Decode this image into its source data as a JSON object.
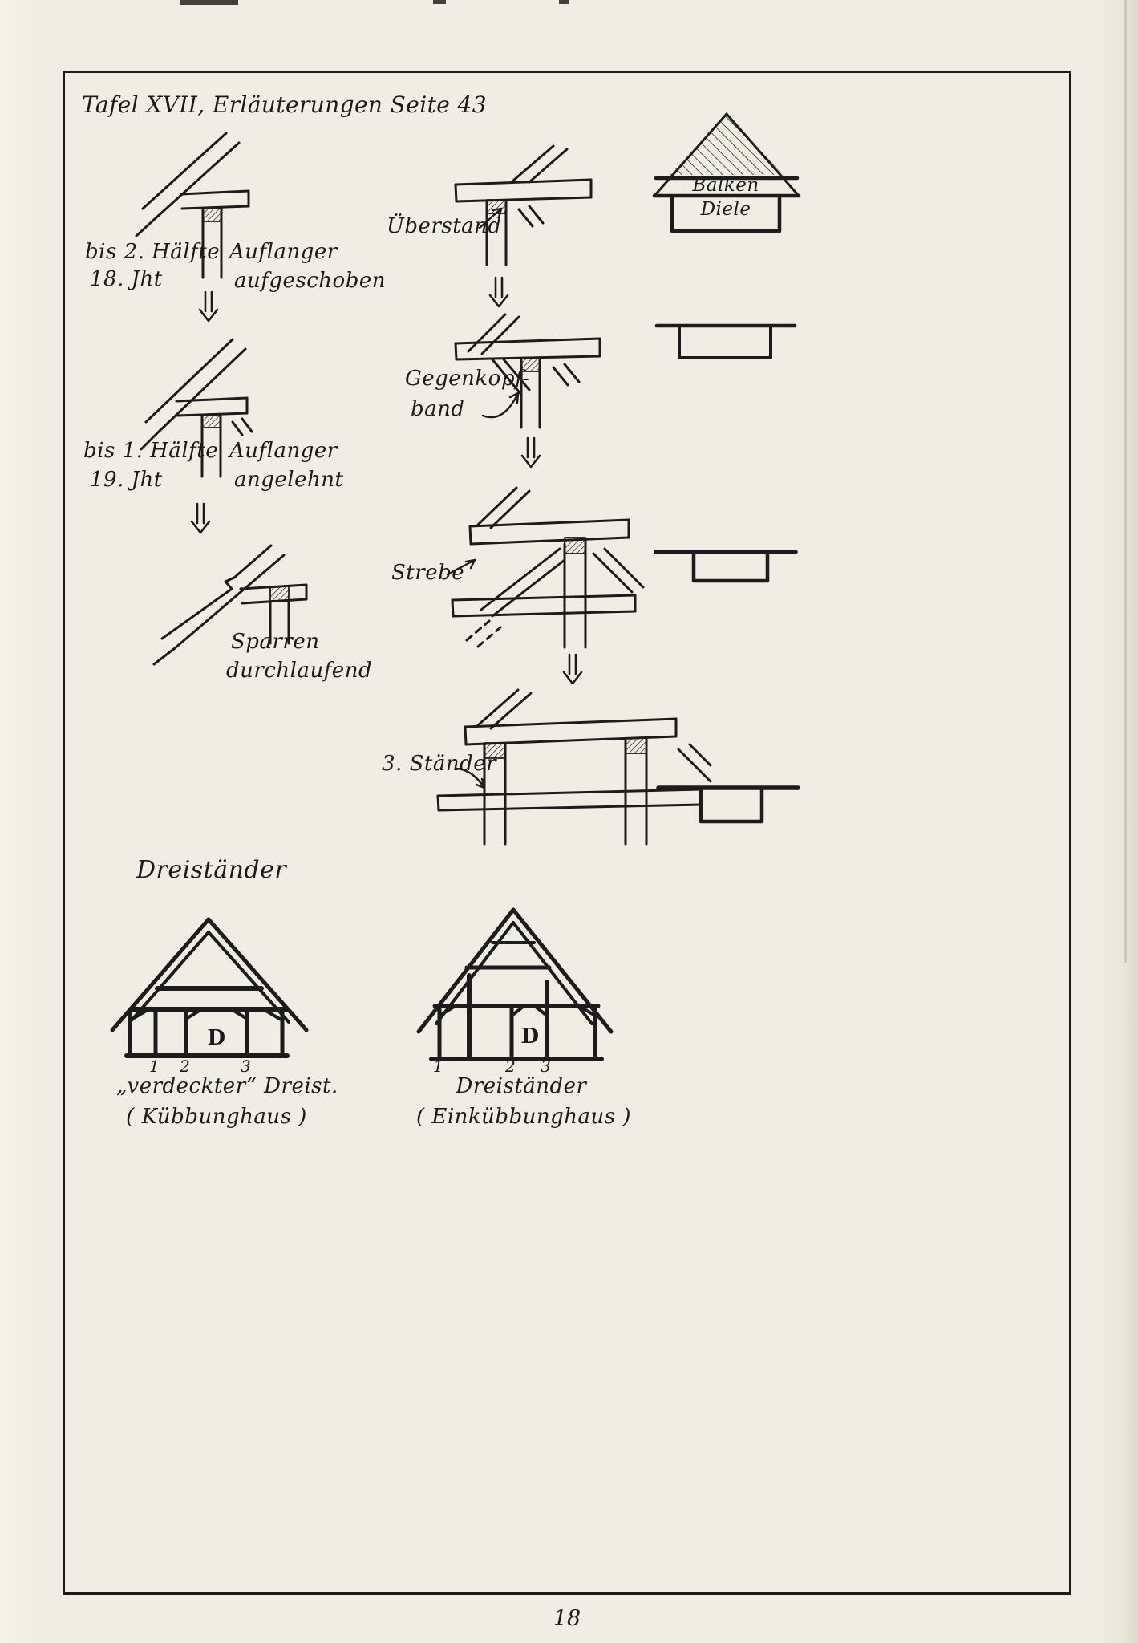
{
  "page": {
    "header": "Tafel XVII, Erläuterungen Seite 43",
    "page_number": "18"
  },
  "left_column": {
    "stage1": {
      "period_line1": "bis 2. Hälfte",
      "period_line2": "18. Jht",
      "name_line1": "Auflanger",
      "name_line2": "aufgeschoben"
    },
    "stage2": {
      "period_line1": "bis 1. Hälfte",
      "period_line2": "19. Jht",
      "name_line1": "Auflanger",
      "name_line2": "angelehnt"
    },
    "stage3": {
      "name_line1": "Sparren",
      "name_line2": "durchlaufend"
    }
  },
  "middle_column": {
    "stage1_label": "Überstand",
    "stage2_label_line1": "Gegenkopf-",
    "stage2_label_line2": "band",
    "stage3_label": "Strebe",
    "stage4_label": "3. Ständer"
  },
  "right_column": {
    "balken_label": "Balken",
    "diele_label": "Diele"
  },
  "bottom_section": {
    "heading": "Dreiständer",
    "left_house": {
      "letter": "D",
      "numbers": [
        "1",
        "2",
        "3"
      ],
      "caption_line1": "„verdeckter“ Dreist.",
      "caption_line2": "( Kübbunghaus )"
    },
    "right_house": {
      "letter": "D",
      "numbers": [
        "1",
        "2",
        "3"
      ],
      "caption_line1": "Dreiständer",
      "caption_line2": "( Einkübbunghaus )"
    }
  }
}
